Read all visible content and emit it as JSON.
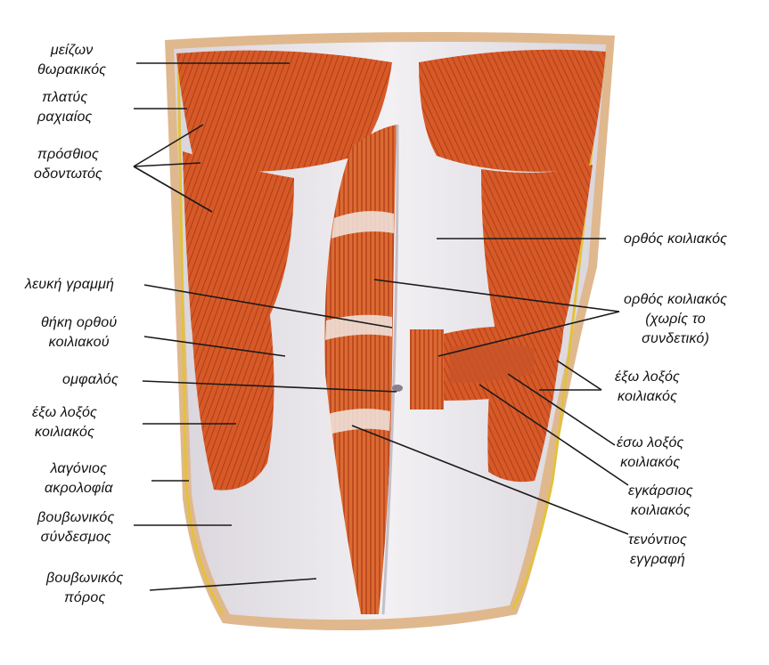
{
  "colors": {
    "muscle_dark": "#b8431c",
    "muscle_mid": "#d9622e",
    "muscle_light": "#ec8a4c",
    "fascia": "#e9e6ea",
    "fascia_shadow": "#c9c4cc",
    "skin_edge": "#e0b78a",
    "fat_line": "#e2c23b",
    "leader": "#1a1a1a"
  },
  "labels": {
    "pectoralis_major": "μείζων\nθωρακικός",
    "latissimus_dorsi": "πλατύς\nραχιαίος",
    "serratus_anterior": "πρόσθιος\nοδοντωτός",
    "linea_alba": "λευκή γραμμή",
    "rectus_sheath": "θήκη ορθού\nκοιλιακού",
    "umbilicus": "ομφαλός",
    "external_oblique_left": "έξω λοξός\nκοιλιακός",
    "iliac_crest": "λαγόνιος\nακρολοφία",
    "inguinal_ligament": "βουβωνικός\nσύνδεσμος",
    "inguinal_canal": "βουβωνικός\nπόρος",
    "rectus_abdominis": "ορθός κοιλιακός",
    "rectus_no_sheath": "ορθός κοιλιακός\n(χωρίς το\nσυνδετικό)",
    "external_oblique_right": "έξω λοξός\nκοιλιακός",
    "internal_oblique": "έσω λοξός\nκοιλιακός",
    "transversus_abdominis": "εγκάρσιος\nκοιλιακός",
    "tendinous_intersection": "τενόντιος\nεγγραφή"
  }
}
